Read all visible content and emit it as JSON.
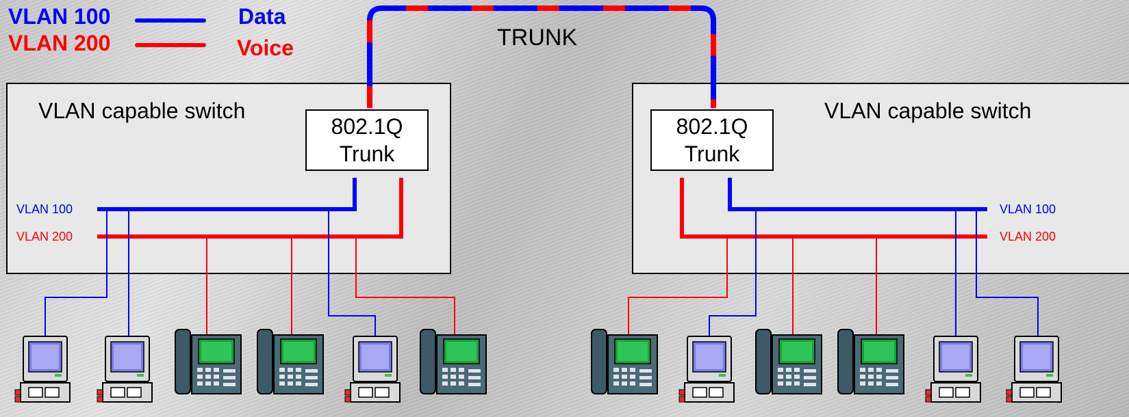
{
  "legend": {
    "vlan100": "VLAN 100",
    "vlan200": "VLAN 200",
    "data": "Data",
    "voice": "Voice"
  },
  "trunk_label": "TRUNK",
  "switches": [
    {
      "title": "VLAN capable switch",
      "trunk_line1": "802.1Q",
      "trunk_line2": "Trunk",
      "vlan100": "VLAN 100",
      "vlan200": "VLAN 200"
    },
    {
      "title": "VLAN capable switch",
      "trunk_line1": "802.1Q",
      "trunk_line2": "Trunk",
      "vlan100": "VLAN 100",
      "vlan200": "VLAN 200"
    }
  ],
  "devices": {
    "left": [
      "computer",
      "computer",
      "ip-phone",
      "ip-phone",
      "computer",
      "ip-phone"
    ],
    "right": [
      "ip-phone",
      "computer",
      "ip-phone",
      "ip-phone",
      "computer",
      "computer"
    ]
  },
  "colors": {
    "vlan100": "#0000ff",
    "vlan200": "#ff0000",
    "switch_fill": "#e8e8e8"
  }
}
